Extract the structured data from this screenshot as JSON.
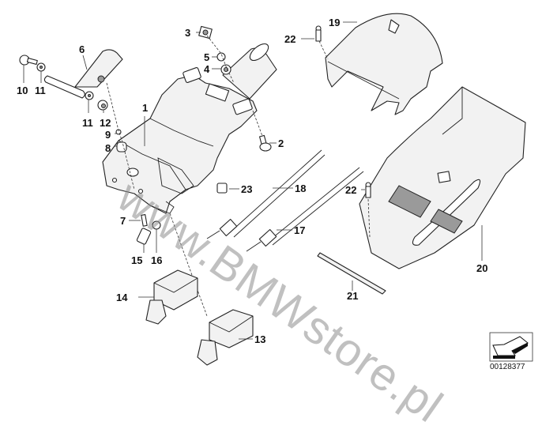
{
  "diagram": {
    "title": "Steering column adjustment parts (exploded view)",
    "reference_number": "00128377",
    "watermark": "www.BMWstore.pl",
    "orientation_icon": "direction-arrow-icon",
    "callouts": [
      {
        "id": "c1",
        "number": "1",
        "part": "steering-column-bracket"
      },
      {
        "id": "c2",
        "number": "2",
        "part": "bolt"
      },
      {
        "id": "c3",
        "number": "3",
        "part": "clip-nut"
      },
      {
        "id": "c4",
        "number": "4",
        "part": "nut"
      },
      {
        "id": "c5",
        "number": "5",
        "part": "cap"
      },
      {
        "id": "c6",
        "number": "6",
        "part": "bracket"
      },
      {
        "id": "c7",
        "number": "7",
        "part": "screw"
      },
      {
        "id": "c8",
        "number": "8",
        "part": "bushing"
      },
      {
        "id": "c9",
        "number": "9",
        "part": "small-cap"
      },
      {
        "id": "c10",
        "number": "10",
        "part": "bolt"
      },
      {
        "id": "c11a",
        "number": "11",
        "part": "washer"
      },
      {
        "id": "c11b",
        "number": "11",
        "part": "washer"
      },
      {
        "id": "c12",
        "number": "12",
        "part": "nut"
      },
      {
        "id": "c13",
        "number": "13",
        "part": "adjustment-motor"
      },
      {
        "id": "c14",
        "number": "14",
        "part": "adjustment-motor"
      },
      {
        "id": "c15",
        "number": "15",
        "part": "bolt"
      },
      {
        "id": "c16",
        "number": "16",
        "part": "nut"
      },
      {
        "id": "c17",
        "number": "17",
        "part": "flexible-shaft"
      },
      {
        "id": "c18",
        "number": "18",
        "part": "flexible-shaft"
      },
      {
        "id": "c19",
        "number": "19",
        "part": "upper-column-trim"
      },
      {
        "id": "c20",
        "number": "20",
        "part": "lower-column-trim"
      },
      {
        "id": "c21",
        "number": "21",
        "part": "trim-strip"
      },
      {
        "id": "c22a",
        "number": "22",
        "part": "expanding-rivet"
      },
      {
        "id": "c22b",
        "number": "22",
        "part": "expanding-rivet"
      },
      {
        "id": "c23",
        "number": "23",
        "part": "cap"
      }
    ]
  }
}
